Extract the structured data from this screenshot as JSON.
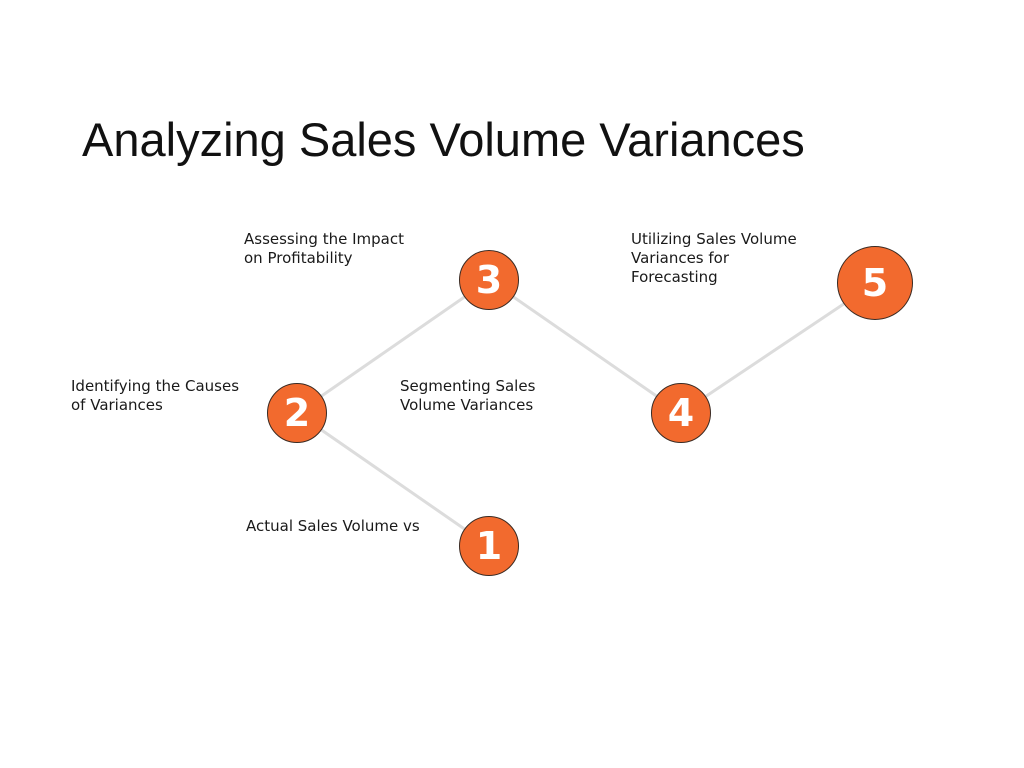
{
  "title": "Analyzing Sales Volume Variances",
  "colors": {
    "node_fill": "#f26a2e",
    "node_border": "#3a2a22",
    "connector": "#dcdcdc",
    "text": "#1a1a1a"
  },
  "steps": [
    {
      "number": "1",
      "label": "Actual Sales Volume vs"
    },
    {
      "number": "2",
      "label": "Identifying the Causes of Variances"
    },
    {
      "number": "3",
      "label": "Assessing the Impact on Profitability"
    },
    {
      "number": "4",
      "label": "Segmenting Sales Volume Variances"
    },
    {
      "number": "5",
      "label": "Utilizing Sales Volume Variances for Forecasting"
    }
  ]
}
